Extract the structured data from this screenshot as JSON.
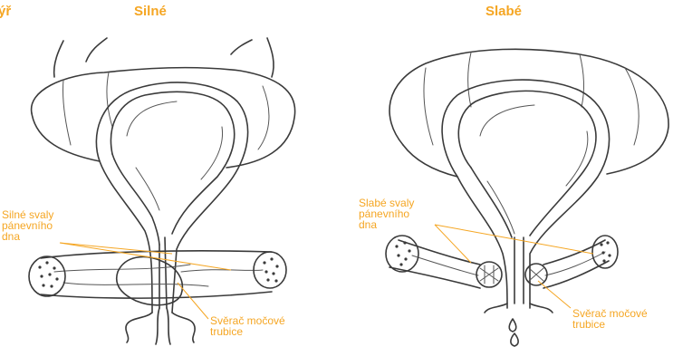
{
  "titles": {
    "left_partial": "ýř",
    "strong": "Silné",
    "weak": "Slabé"
  },
  "labels": {
    "strong_muscles": "Silné svaly\npánevního\ndna",
    "strong_sphincter": "Svěrač močové\ntrubice",
    "weak_muscles": "Slabé svaly\npánevního\ndna",
    "weak_sphincter": "Svěrač močové\ntrubice"
  },
  "colors": {
    "accent": "#f5a623",
    "line": "#3a3a3a"
  }
}
